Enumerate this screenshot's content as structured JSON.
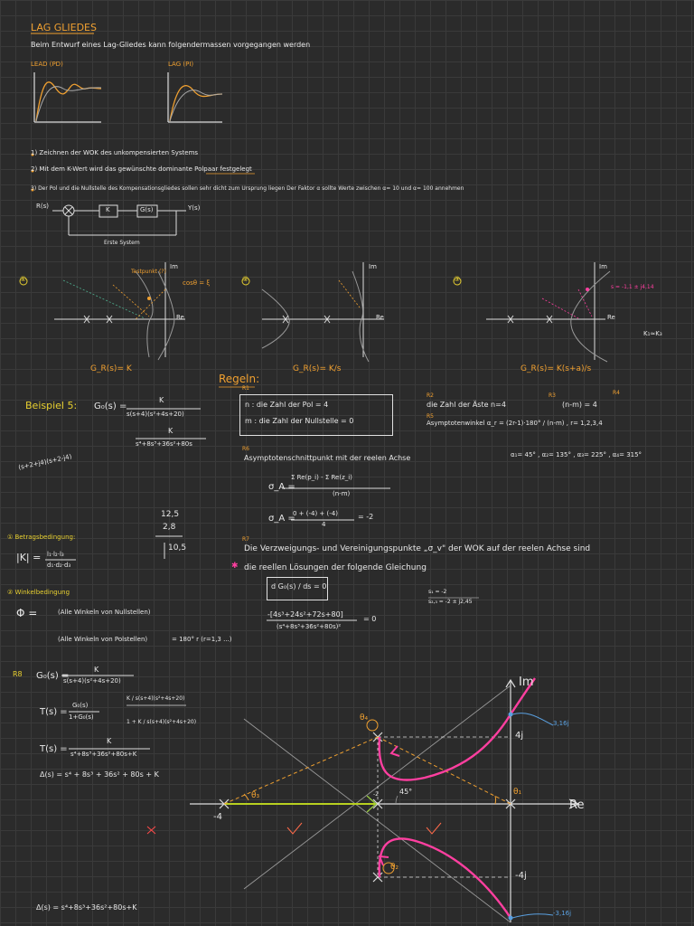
{
  "title": "LAG GLIEDES",
  "intro": "Beim Entwurf eines Lag-Gliedes kann folgendermassen vorgegangen werden",
  "lead_label": "LEAD (PD)",
  "lag_label": "LAG (PI)",
  "steps": [
    "1) Zeichnen der WOK des unkompensierten Systems",
    "2) Mit dem K-Wert wird das gewünschte dominante Polpaar festgelegt",
    "3) Der Pol und die Nullstelle des Kompensationsgliedes sollen sehr dicht zum Ursprung liegen Der Faktor α sollte Werte zwischen α= 10 und α= 100 annehmen"
  ],
  "block": {
    "input": "R(s)",
    "k": "K",
    "g": "G(s)",
    "output": "Y(s)",
    "caption": "Erste System"
  },
  "plots": {
    "p1": {
      "marker": "①",
      "im": "Im",
      "re": "Re",
      "formula": "G_R(s)= K",
      "testpunkt": "Testpunkt (?)",
      "cos": "cosθ = ξ"
    },
    "p2": {
      "marker": "②",
      "im": "Im",
      "re": "Re",
      "formula": "G_R(s)= K/s"
    },
    "p3": {
      "marker": "③",
      "im": "Im",
      "re": "Re",
      "formula": "G_R(s)= K(s+a)/s",
      "kk": "K₁≈K₃",
      "s_label": "s = -1,1 ± j4,14"
    }
  },
  "beispiel": {
    "title": "Beispiel 5:",
    "g0_lhs": "G₀(s) =",
    "g0_num": "K",
    "g0_den": "s(s+4)(s²+4s+20)",
    "g0_den2": "s⁴+8s³+36s²+80s",
    "factor": "(s+2+j4)(s+2-j4)"
  },
  "regeln": {
    "title": "Regeln:",
    "r1": "R1",
    "n_line": "n : die Zahl der Pol = 4",
    "m_line": "m : die Zahl der Nullstelle = 0",
    "r2": "R2",
    "r2_text": "die Zahl der Äste  n=4",
    "r3": "R3",
    "r3_text": "(n-m) = 4",
    "r4": "R4",
    "r5": "R5",
    "r5_text": "Asymptotenwinkel   α_r = (2r-1)·180° / (n-m) ,  r= 1,2,3,4",
    "angles": "α₁= 45° ,  α₂= 135° ,  α₃= 225° ,  α₄= 315°",
    "r6": "R6",
    "r6_text": "Asymptotenschnittpunkt mit der reelen Achse",
    "sigma_a": "σ_A =",
    "sigma_num": "Σ Re(p_i) - Σ Re(z_i)",
    "sigma_den": "(n-m)",
    "sigma_calc_num": "0 + (-4) + (-4)",
    "sigma_calc_den": "4",
    "sigma_lhs": "σ_A =",
    "sigma_result": "= -2",
    "r7": "R7",
    "r7_text": "Die Verzweigungs- und Vereinigungspunkte  „σ_v\"  der WOK auf der reelen Achse sind",
    "r7_text2": "die reellen Lösungen der folgende Gleichung",
    "dg": "d G₀(s) / ds = 0",
    "deriv_num": "-[4s³+24s²+72s+80]",
    "deriv_den": "(s⁴+8s³+36s²+80s)²",
    "deriv_eq": "= 0",
    "s1": "s₁ = -2",
    "s23": "s₂,₃ = -2 ± j2,45"
  },
  "side_numbers": {
    "a": "12,5",
    "b": "2,8",
    "c": "10,5"
  },
  "betrag": {
    "title": "① Betragsbedingung:",
    "eq": "|K| =",
    "num": "l₁·l₂·l₃",
    "den": "d₁·d₂·d₃"
  },
  "winkel": {
    "title": "② Winkelbedingung",
    "phi": "Φ =",
    "sum1": "(Alle Winkeln von Nullstellen)",
    "sum2": "(Alle Winkeln von Polstellen)",
    "sum2_result": "= 180° r (r=1,3 ...)"
  },
  "r8": {
    "label": "R8",
    "g0_lhs": "G₀(s) =",
    "g0_num": "K",
    "g0_den": "s(s+4)(s²+4s+20)",
    "t_lhs": "T(s) =",
    "t_num": "G₀(s)",
    "t_den": "1+G₀(s)",
    "t_big": "K / s(s+4)(s²+4s+20)",
    "t_big2": "1 + K / s(s+4)(s²+4s+20)",
    "t2_lhs": "T(s) =",
    "t2_num": "K",
    "t2_den": "s⁴+8s³+36s²+80s+K",
    "delta": "Δ(s) = s⁴ + 8s³ + 36s² + 80s + K",
    "delta_bottom": "Δ(s) = s⁴+8s³+36s²+80s+K"
  },
  "big_plot": {
    "im": "Im",
    "re": "Re",
    "p4j": "4j",
    "m4j": "-4j",
    "m4": "-4",
    "m2": "-2",
    "angle45": "45°",
    "theta1": "θ₁",
    "theta2": "θ₂",
    "theta3": "θ₃",
    "theta4": "θ₄",
    "cross_upper": "3,16j",
    "cross_lower": "-3,16j"
  }
}
